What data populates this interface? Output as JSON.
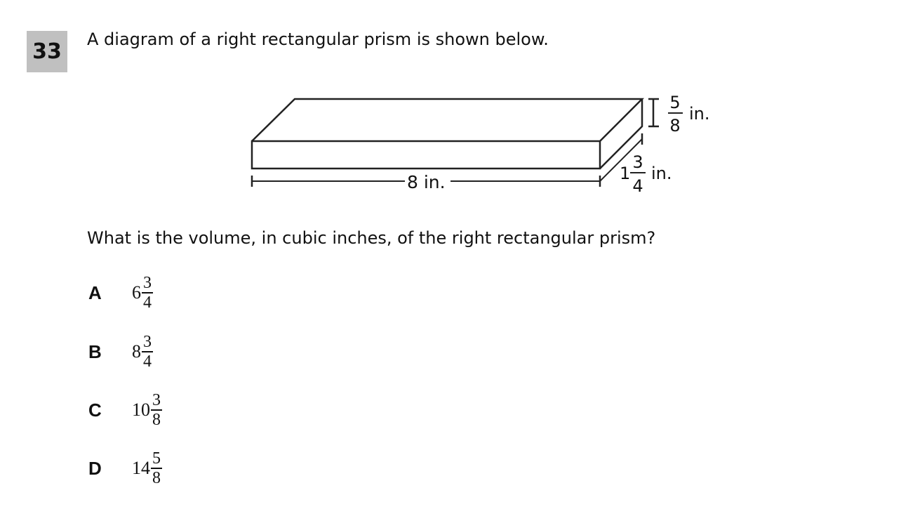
{
  "question": {
    "number": "33",
    "prompt": "A diagram of a right rectangular prism is shown below.",
    "text": "What is the volume, in cubic inches, of the right rectangular prism?"
  },
  "diagram": {
    "length_label": "8 in.",
    "height": {
      "numerator": "5",
      "denominator": "8",
      "unit": "in."
    },
    "width": {
      "whole": "1",
      "numerator": "3",
      "denominator": "4",
      "unit": "in."
    }
  },
  "choices": [
    {
      "letter": "A",
      "whole": "6",
      "numerator": "3",
      "denominator": "4"
    },
    {
      "letter": "B",
      "whole": "8",
      "numerator": "3",
      "denominator": "4"
    },
    {
      "letter": "C",
      "whole": "10",
      "numerator": "3",
      "denominator": "8"
    },
    {
      "letter": "D",
      "whole": "14",
      "numerator": "5",
      "denominator": "8"
    }
  ]
}
